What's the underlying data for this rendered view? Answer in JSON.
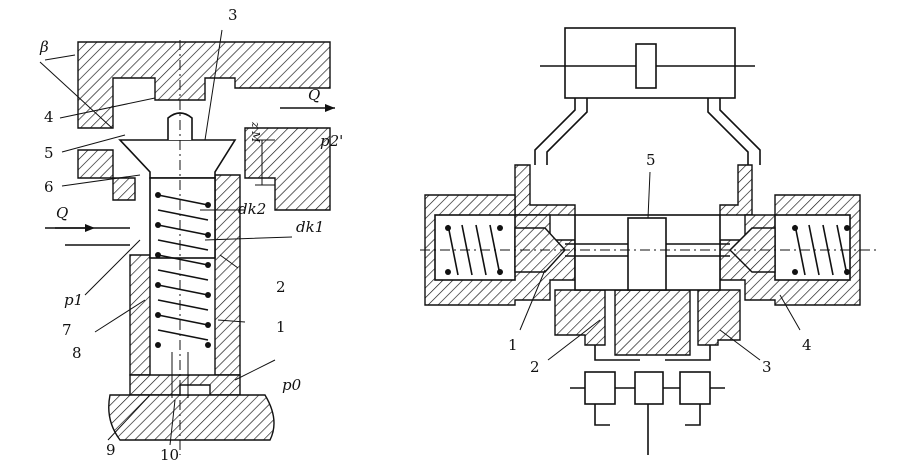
{
  "left_diagram": {
    "labels": {
      "beta": "β",
      "n3": "3",
      "n4": "4",
      "n5": "5",
      "n6": "6",
      "n7": "7",
      "n8": "8",
      "n9": "9",
      "n10": "10",
      "n2": "2",
      "n1": "1",
      "q_top": "Q",
      "q_left": "Q",
      "zm": "z M",
      "p2": "p2'",
      "p1": "p1",
      "p0": "p0",
      "dk2": "dk2",
      "dk1": "dk1"
    }
  },
  "right_diagram": {
    "labels": {
      "n5": "5",
      "n1": "1",
      "n2": "2",
      "n3": "3",
      "n4": "4"
    }
  }
}
